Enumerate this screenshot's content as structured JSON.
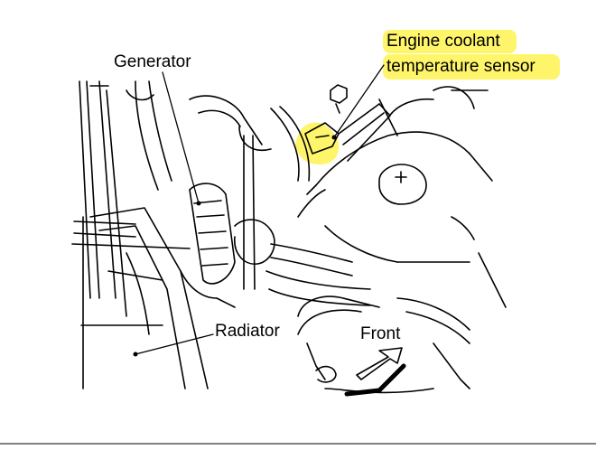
{
  "labels": {
    "generator": "Generator",
    "sensor_line1": "Engine coolant",
    "sensor_line2": "temperature sensor",
    "radiator": "Radiator",
    "front": "Front"
  },
  "colors": {
    "highlight": "#fff56a",
    "ink": "#000000",
    "background": "#ffffff"
  }
}
